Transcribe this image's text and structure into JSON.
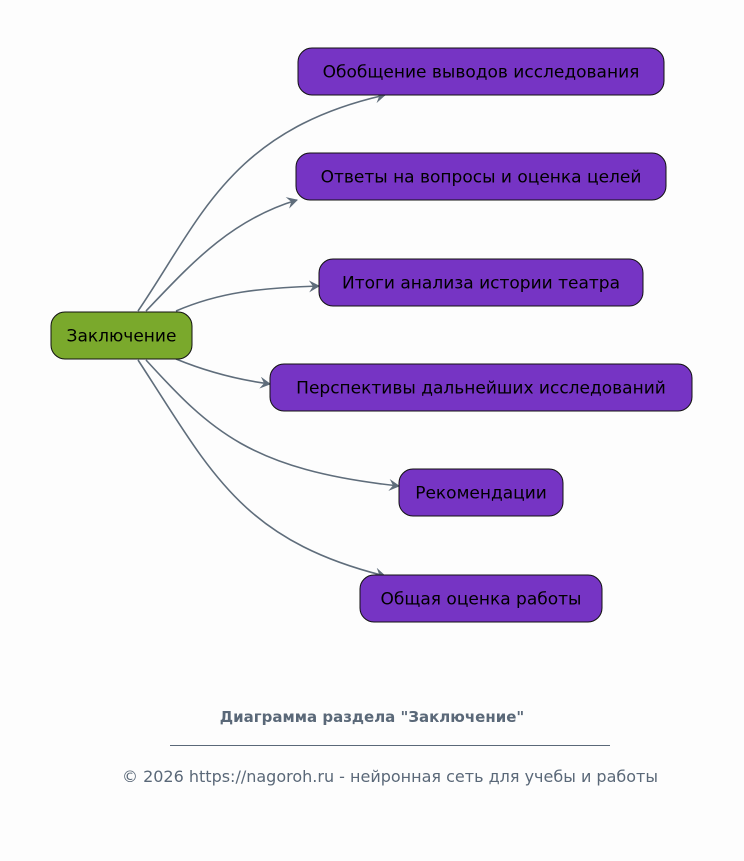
{
  "diagram": {
    "root": {
      "label": "Заключение",
      "color": "#7aa92c"
    },
    "child_color": "#7634c4",
    "edge_color": "#5f6d7b",
    "children": [
      {
        "label": "Обобщение выводов исследования"
      },
      {
        "label": "Ответы на вопросы и оценка целей"
      },
      {
        "label": "Итоги анализа истории театра"
      },
      {
        "label": "Перспективы дальнейших исследований"
      },
      {
        "label": "Рекомендации"
      },
      {
        "label": "Общая оценка работы"
      }
    ]
  },
  "caption": "Диаграмма раздела \"Заключение\"",
  "footer": "© 2026 https://nagoroh.ru - нейронная сеть для учебы и работы"
}
